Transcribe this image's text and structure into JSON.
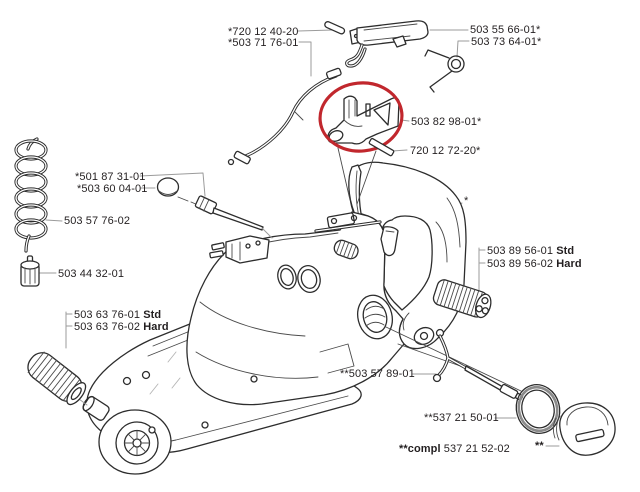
{
  "colors": {
    "highlight": "#c1272d",
    "line": "#2d2d2d",
    "leader": "#9b9b9b",
    "text": "#231f20",
    "background": "#ffffff"
  },
  "labels": [
    {
      "name": "720 12 40-20",
      "pre": "*720 12 40-20",
      "bold": "",
      "post": ""
    },
    {
      "name": "503 71 76-01",
      "pre": "*503 71 76-01",
      "bold": "",
      "post": ""
    },
    {
      "name": "503 55 66-01",
      "pre": "503 55 66-01*",
      "bold": "",
      "post": ""
    },
    {
      "name": "503 73 64-01",
      "pre": "503 73 64-01*",
      "bold": "",
      "post": ""
    },
    {
      "name": "503 82 98-01",
      "pre": "503 82 98-01*",
      "bold": "",
      "post": ""
    },
    {
      "name": "720 12 72-20",
      "pre": "720 12 72-20*",
      "bold": "",
      "post": ""
    },
    {
      "name": "501 87 31-01",
      "pre": "*501 87 31-01",
      "bold": "",
      "post": ""
    },
    {
      "name": "503 60 04-01",
      "pre": "*503 60 04-01",
      "bold": "",
      "post": ""
    },
    {
      "name": "503 57 76-02",
      "pre": "503 57 76-02",
      "bold": "",
      "post": ""
    },
    {
      "name": "503 44 32-01",
      "pre": "503 44 32-01",
      "bold": "",
      "post": ""
    },
    {
      "name": "503 89 56-01 Std",
      "pre": "503 89 56-01 ",
      "bold": "Std",
      "post": ""
    },
    {
      "name": "503 89 56-02 Hard",
      "pre": "503 89 56-02 ",
      "bold": "Hard",
      "post": ""
    },
    {
      "name": "503 63 76-01 Std",
      "pre": "503 63 76-01 ",
      "bold": "Std",
      "post": ""
    },
    {
      "name": "503 63 76-02 Hard",
      "pre": "503 63 76-02 ",
      "bold": "Hard",
      "post": ""
    },
    {
      "name": "503 57 89-01",
      "pre": "**503 57 89-01",
      "bold": "",
      "post": ""
    },
    {
      "name": "537 21 50-01",
      "pre": "**537 21 50-01",
      "bold": "",
      "post": ""
    },
    {
      "name": "compl 537 21 52-02",
      "pre": "",
      "bold": "**compl",
      "post": " 537 21 52-02"
    },
    {
      "name": "double-asterisk-ref",
      "pre": "",
      "bold": "**",
      "post": ""
    },
    {
      "name": "asterisk-ref",
      "pre": "*",
      "bold": "",
      "post": ""
    }
  ]
}
